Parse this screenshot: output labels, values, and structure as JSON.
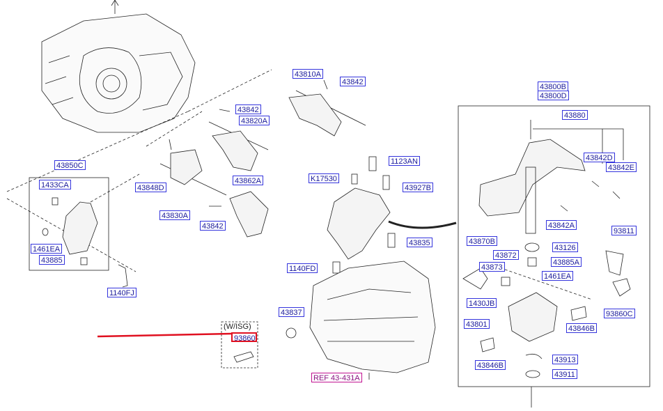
{
  "labels": {
    "l43810A": "43810A",
    "l43842_a": "43842",
    "l43842_b": "43842",
    "l43820A": "43820A",
    "l43850C": "43850C",
    "l1433CA": "1433CA",
    "l43848D": "43848D",
    "l43862A": "43862A",
    "l43830A": "43830A",
    "l43842_c": "43842",
    "l1461EA_left": "1461EA",
    "l43885": "43885",
    "l1140FJ": "1140FJ",
    "l1123AN": "1123AN",
    "lK17530": "K17530",
    "l43927B": "43927B",
    "l43835": "43835",
    "l1140FD": "1140FD",
    "l43837": "43837",
    "wisg": "(W/ISG)",
    "l93860_trunc": "93860",
    "ref": "REF 43-431A",
    "l43800B": "43800B",
    "l43800D": "43800D",
    "l43880": "43880",
    "l43842D": "43842D",
    "l43842E": "43842E",
    "l43842A": "43842A",
    "l93811": "93811",
    "l43870B": "43870B",
    "l43872": "43872",
    "l43873": "43873",
    "l43126": "43126",
    "l43885A": "43885A",
    "l1461EA_right": "1461EA",
    "l1430JB": "1430JB",
    "l43801": "43801",
    "l93860C": "93860C",
    "l43846B_a": "43846B",
    "l43846B_b": "43846B",
    "l43913": "43913",
    "l43911": "43911"
  },
  "colors": {
    "label_border": "#3333dd",
    "label_text": "#1a1a9a",
    "highlight": "#e01020",
    "ref_border": "#c01090",
    "line": "#222222"
  }
}
